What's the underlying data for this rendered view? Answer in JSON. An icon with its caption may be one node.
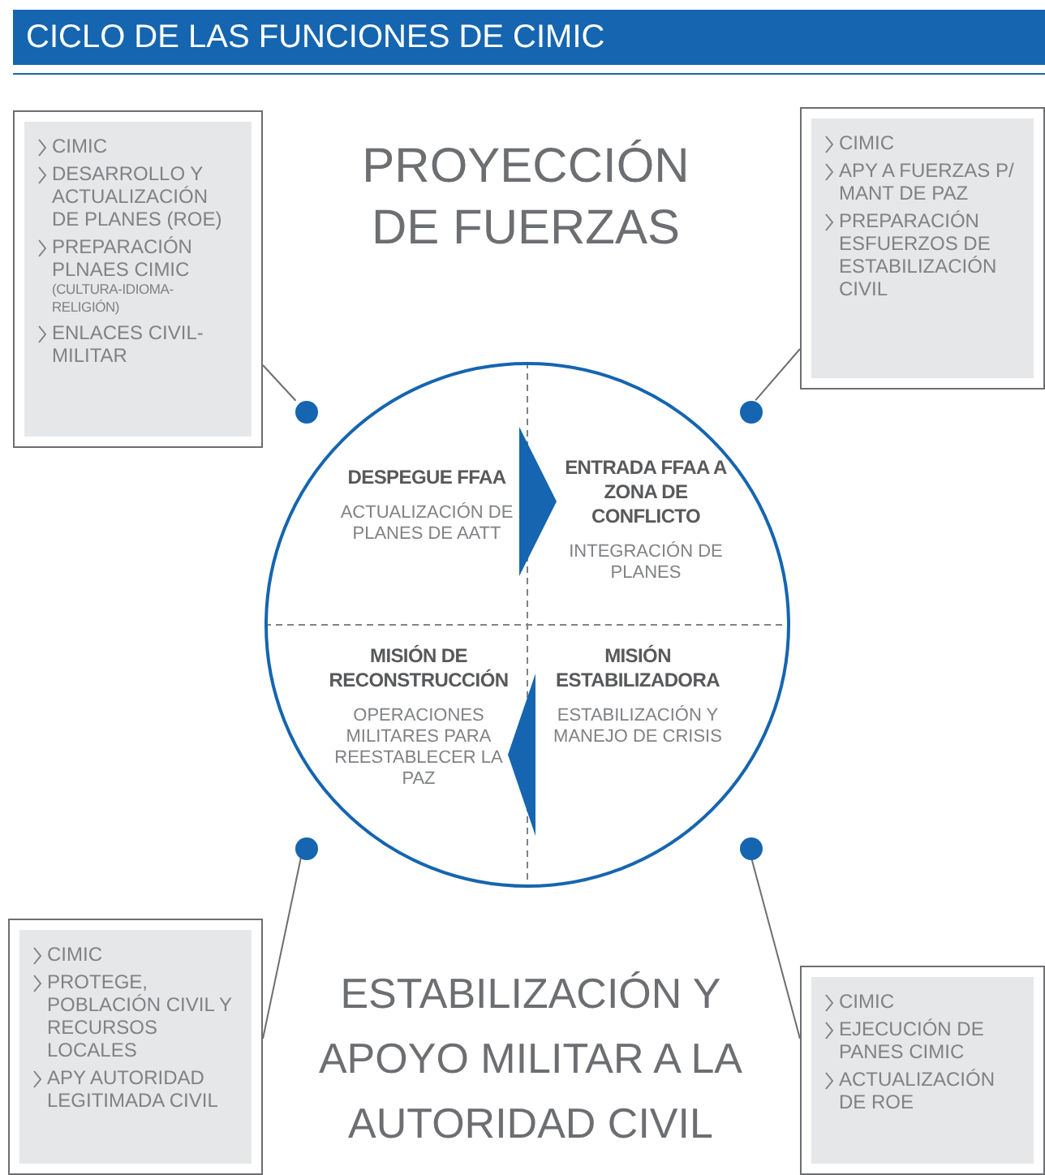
{
  "diagram": {
    "title": "CICLO DE LAS FUNCIONES DE CIMIC",
    "nodes": [
      {
        "text": [
          "CIMIC",
          "DESARROLLO Y ACTUALIZACIÓN DE PLANES (ROE)",
          "PREPARACIÓN PLNAES CIMIC",
          "(CULTURA-IDIOMA-RELIGIÓN)",
          "ENLACES CIVIL-MILITAR"
        ]
      },
      {
        "text": [
          "CIMIC",
          "APY A FUERZAS P/ MANT DE PAZ",
          "PREPARACIÓN ESFUERZOS DE ESTABILIZACIÓN CIVIL"
        ]
      },
      {
        "text": [
          "CIMIC",
          "PROTEGE, POBLACIÓN CIVIL Y RECURSOS LOCALES",
          "APY AUTORIDAD LEGITIMADA CIVIL"
        ]
      },
      {
        "text": [
          "CIMIC",
          "EJECUCIÓN DE PANES CIMIC",
          "ACTUALIZACIÓN DE ROE"
        ]
      },
      {
        "text": [],
        "shape": "circle"
      },
      {
        "text": [
          "DESPEGUE FFAA",
          "ACTUALIZACIÓN DE PLANES DE AATT"
        ],
        "in": 4
      },
      {
        "text": [
          "ENTRADA FFAA A ZONA DE CONFLICTO",
          "INTEGRACIÓN DE PLANES"
        ],
        "in": 4
      },
      {
        "text": [
          "MISIÓN DE RECONSTRUCCIÓN",
          "OPERACIONES MILITARES PARA REESTABLECER LA PAZ"
        ],
        "in": 4
      },
      {
        "text": [
          "MISIÓN ESTABILIZADORA",
          "ESTABILIZACIÓN Y MANEJO DE CRISIS"
        ],
        "in": 4
      },
      {
        "text": [],
        "shape": "circle",
        "in": 4
      },
      {
        "text": [],
        "shape": "circle",
        "in": 4
      },
      {
        "text": [],
        "shape": "circle",
        "in": 4
      },
      {
        "text": [],
        "shape": "circle",
        "in": 4
      }
    ],
    "edges": [
      {
        "from": 0,
        "to": 9,
        "arrow": "none"
      },
      {
        "from": 1,
        "to": 10,
        "arrow": "none"
      },
      {
        "from": 2,
        "to": 11,
        "arrow": "none"
      },
      {
        "from": 3,
        "to": 12,
        "arrow": "none"
      },
      {
        "from": 5,
        "to": 6,
        "arrow": "to",
        "style": "thick",
        "color": "#1565b0"
      },
      {
        "from": 8,
        "to": 7,
        "arrow": "to",
        "style": "thick",
        "color": "#1565b0"
      }
    ],
    "labels": [
      "PROYECCIÓN DE FUERZAS",
      "ESTABILIZACIÓN Y APOYO MILITAR A LA AUTORIDAD CIVIL"
    ]
  }
}
